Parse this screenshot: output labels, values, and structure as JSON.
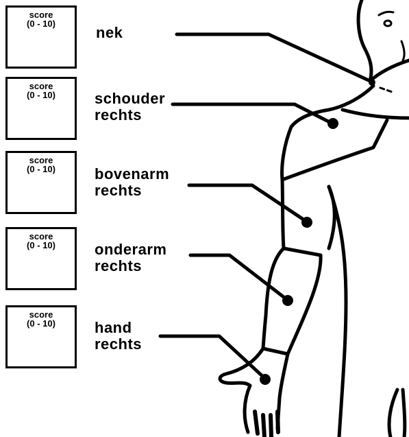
{
  "boxes": [
    {
      "label": "score",
      "range": "(0 - 10)"
    },
    {
      "label": "score",
      "range": "(0 - 10)"
    },
    {
      "label": "score",
      "range": "(0 - 10)"
    },
    {
      "label": "score",
      "range": "(0 - 10)"
    },
    {
      "label": "score",
      "range": "(0 - 10)"
    }
  ],
  "parts": [
    {
      "line1": "nek",
      "line2": ""
    },
    {
      "line1": "schouder",
      "line2": "rechts"
    },
    {
      "line1": "bovenarm",
      "line2": "rechts"
    },
    {
      "line1": "onderarm",
      "line2": "rechts"
    },
    {
      "line1": "hand",
      "line2": "rechts"
    }
  ],
  "colors": {
    "ink": "#000000",
    "paper": "#ffffff"
  }
}
